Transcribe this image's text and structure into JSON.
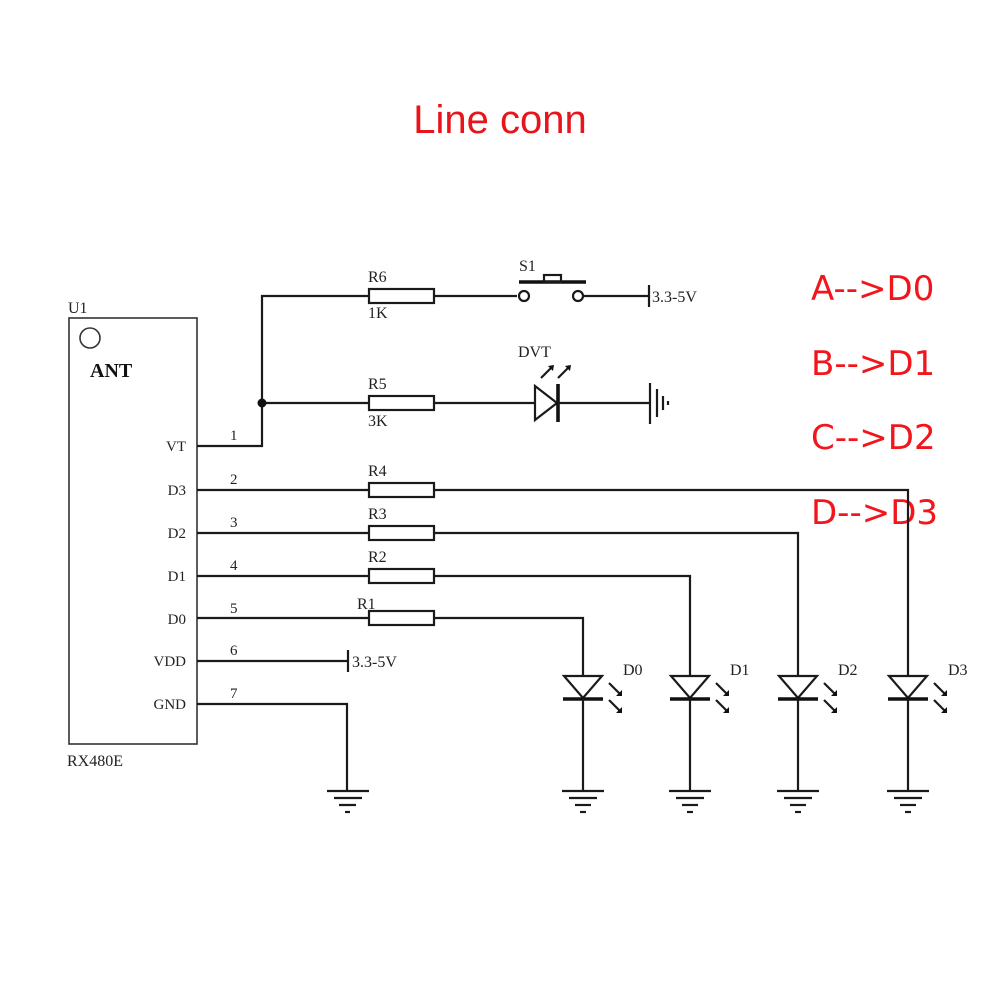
{
  "title": "Line conn",
  "accent_color": "#e8141c",
  "mapping": [
    {
      "label": "A-->D0"
    },
    {
      "label": "B-->D1"
    },
    {
      "label": "C-->D2"
    },
    {
      "label": "D-->D3"
    }
  ],
  "module": {
    "ref": "U1",
    "part": "RX480E",
    "antenna_label": "ANT",
    "pins": [
      {
        "number": "1",
        "name": "VT"
      },
      {
        "number": "2",
        "name": "D3"
      },
      {
        "number": "3",
        "name": "D2"
      },
      {
        "number": "4",
        "name": "D1"
      },
      {
        "number": "5",
        "name": "D0"
      },
      {
        "number": "6",
        "name": "VDD"
      },
      {
        "number": "7",
        "name": "GND"
      }
    ]
  },
  "vt_branch": {
    "r6": {
      "ref": "R6",
      "value": "1K"
    },
    "switch": {
      "ref": "S1"
    },
    "supply_top": "3.3-5V",
    "r5": {
      "ref": "R5",
      "value": "3K"
    },
    "led": {
      "ref": "DVT"
    }
  },
  "data_resistors": [
    {
      "ref": "R4"
    },
    {
      "ref": "R3"
    },
    {
      "ref": "R2"
    },
    {
      "ref": "R1"
    }
  ],
  "vdd_supply": "3.3-5V",
  "leds": [
    {
      "ref": "D0"
    },
    {
      "ref": "D1"
    },
    {
      "ref": "D2"
    },
    {
      "ref": "D3"
    }
  ]
}
